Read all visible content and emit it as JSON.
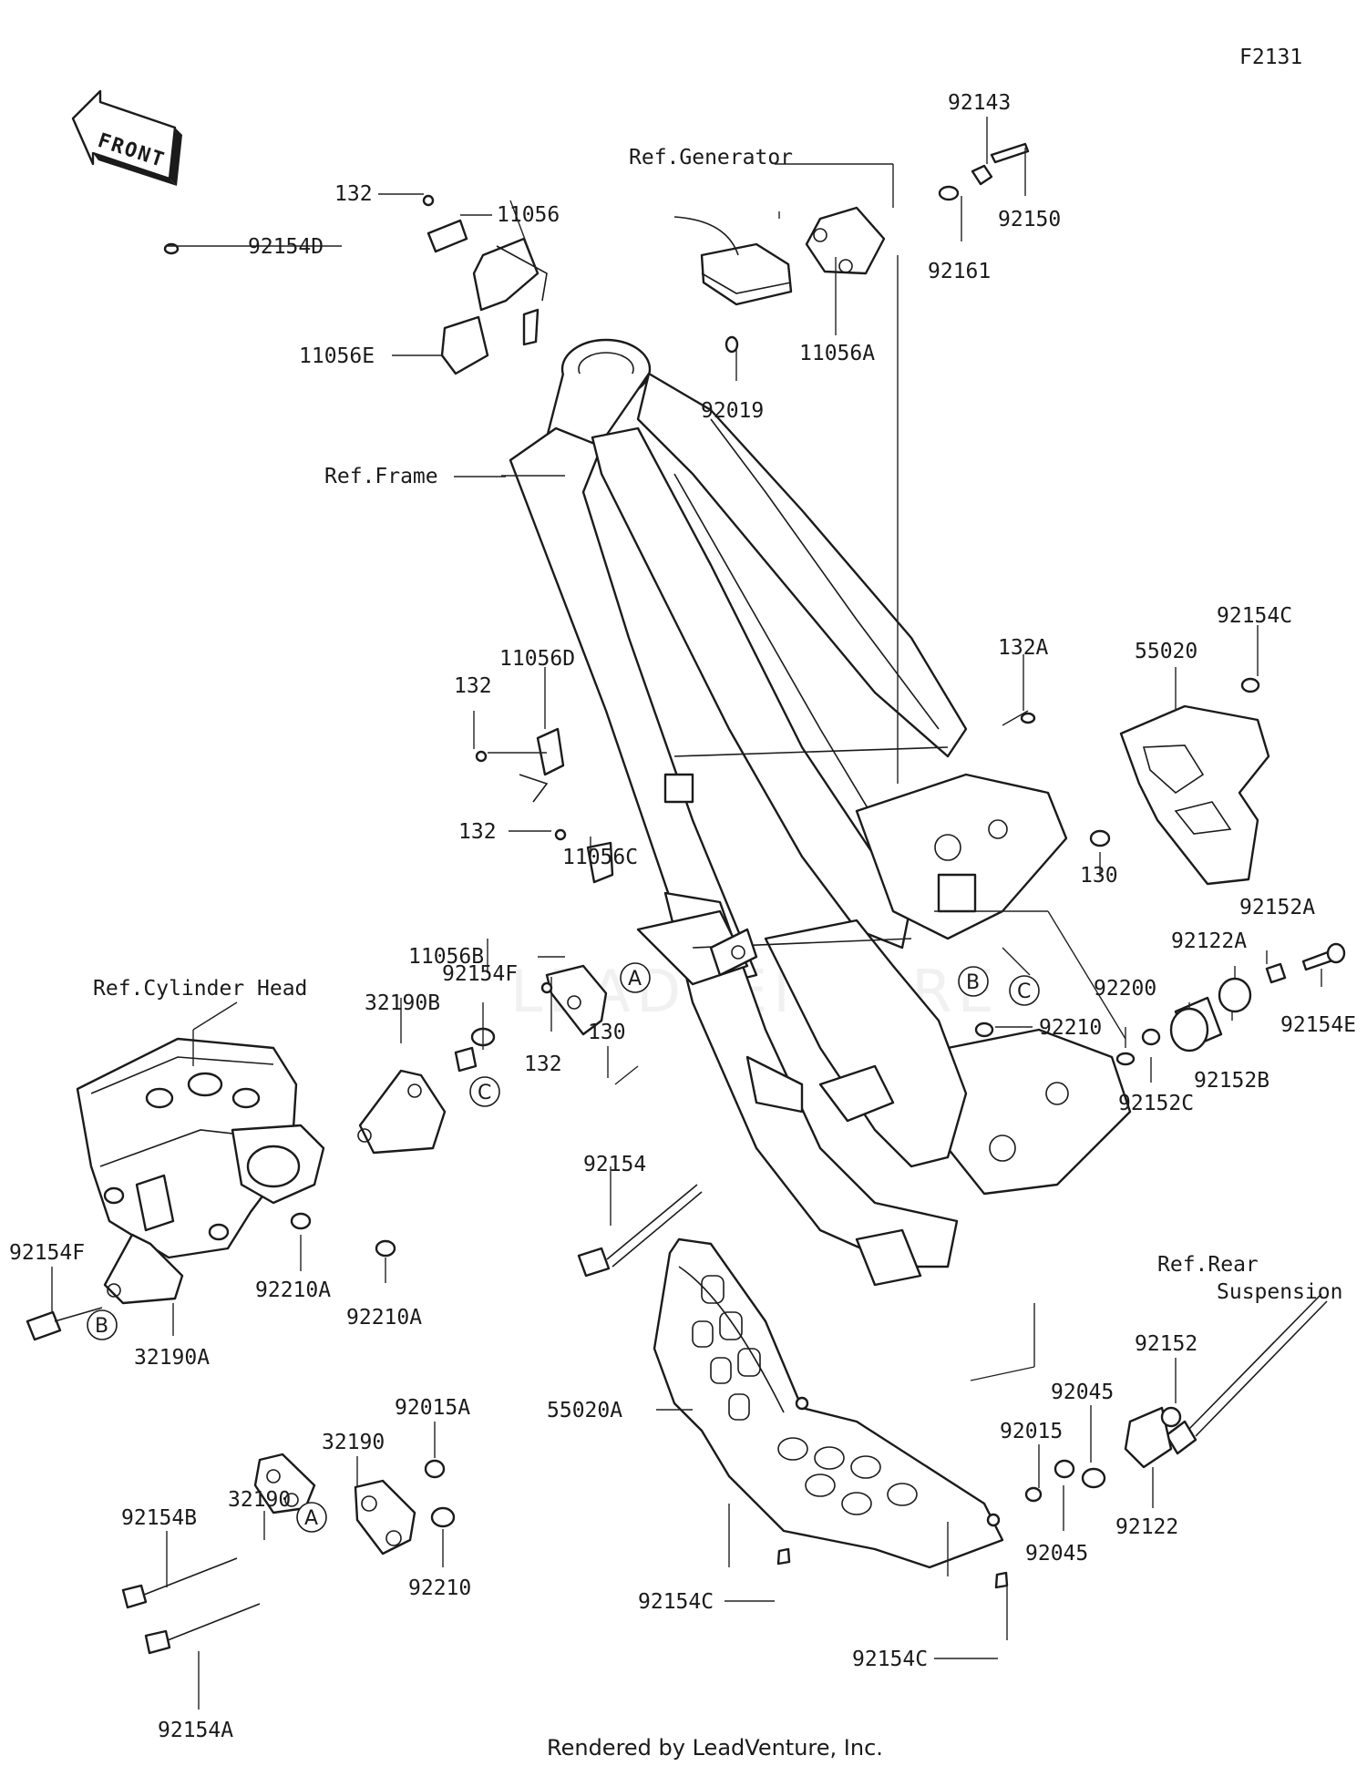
{
  "diagram_code": "F2131",
  "front_indicator": "FRONT",
  "footer": "Rendered by LeadVenture, Inc.",
  "watermark": "LEADVENTURE",
  "references": {
    "generator": "Ref.Generator",
    "frame": "Ref.Frame",
    "cylinder_head": "Ref.Cylinder Head",
    "rear_suspension_line1": "Ref.Rear",
    "rear_suspension_line2": "Suspension"
  },
  "callouts": [
    "A",
    "B",
    "C"
  ],
  "part_labels": [
    "132",
    "11056",
    "92154D",
    "11056E",
    "92143",
    "92150",
    "92161",
    "11056A",
    "92019",
    "11056D",
    "132",
    "132A",
    "55020",
    "92154C",
    "132",
    "11056C",
    "130",
    "11056B",
    "92154F",
    "32190B",
    "132",
    "130",
    "92210",
    "92200",
    "92122A",
    "92152A",
    "92154E",
    "92152B",
    "92152C",
    "92154",
    "92154F",
    "92210A",
    "92210A",
    "32190A",
    "92015A",
    "32190",
    "32190",
    "92210",
    "92154B",
    "92154A",
    "55020A",
    "92154C",
    "92154C",
    "92152",
    "92045",
    "92015",
    "92045",
    "92122"
  ]
}
